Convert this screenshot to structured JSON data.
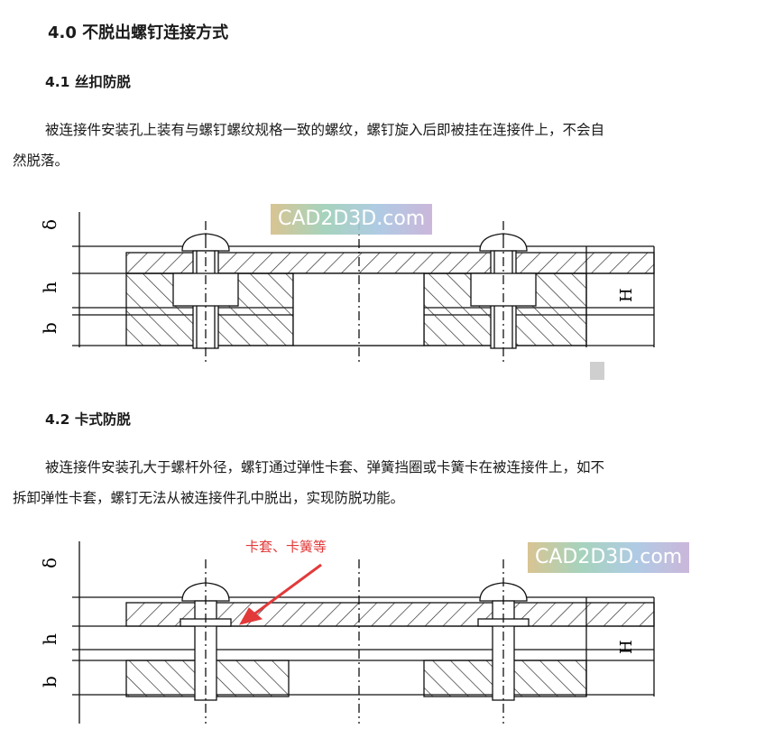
{
  "headings": {
    "h2": "4.0 不脱出螺钉连接方式",
    "s41": "4.1 丝扣防脱",
    "s42": "4.2 卡式防脱"
  },
  "paragraphs": {
    "p1_line1": "被连接件安装孔上装有与螺钉螺纹规格一致的螺纹，螺钉旋入后即被挂在连接件上，不会自",
    "p1_line2": "然脱落。",
    "p2_line1": "被连接件安装孔大于螺杆外径，螺钉通过弹性卡套、弹簧挡圈或卡簧卡在被连接件上，如不",
    "p2_line2": "拆卸弹性卡套，螺钉无法从被连接件孔中脱出，实现防脱功能。"
  },
  "figure1": {
    "watermark": "CAD2D3D.com",
    "left_labels": [
      "δ",
      "h",
      "b"
    ],
    "right_label": "H"
  },
  "figure2": {
    "watermark": "CAD2D3D.com",
    "callout": "卡套、卡簧等",
    "left_labels": [
      "δ",
      "h",
      "b"
    ],
    "right_label": "H"
  },
  "colors": {
    "callout": "#e23a3a",
    "arrow": "#e23a3a"
  }
}
